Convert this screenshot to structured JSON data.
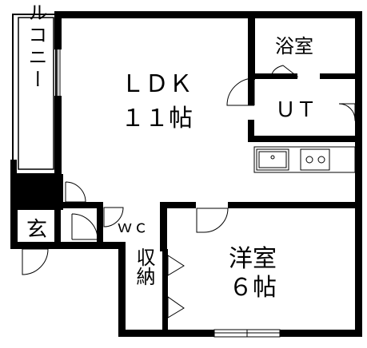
{
  "rooms": {
    "ldk": {
      "name": "ＬＤＫ",
      "size": "１１帖"
    },
    "bath": {
      "name": "浴室"
    },
    "ut": {
      "name": "ＵＴ"
    },
    "balcony": {
      "name": "バルコニー"
    },
    "entrance": {
      "name": "玄"
    },
    "wc": {
      "name": "ｗｃ"
    },
    "storage": {
      "name": "収納"
    },
    "western": {
      "name": "洋室",
      "size": "６帖"
    }
  }
}
